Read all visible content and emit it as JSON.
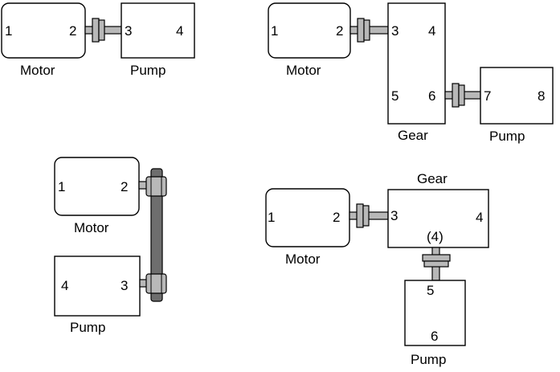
{
  "config1": {
    "motor": {
      "label": "Motor",
      "port_left": "1",
      "port_right": "2"
    },
    "pump": {
      "label": "Pump",
      "port_left": "3",
      "port_right": "4"
    }
  },
  "config2": {
    "motor": {
      "label": "Motor",
      "port_left": "1",
      "port_right": "2"
    },
    "gear": {
      "label": "Gear",
      "port_top_left": "3",
      "port_top_right": "4",
      "port_bottom_left": "5",
      "port_bottom_right": "6"
    },
    "pump": {
      "label": "Pump",
      "port_left": "7",
      "port_right": "8"
    }
  },
  "config3": {
    "motor": {
      "label": "Motor",
      "port_left": "1",
      "port_right": "2"
    },
    "pump": {
      "label": "Pump",
      "port_left": "4",
      "port_right": "3"
    }
  },
  "config4": {
    "motor": {
      "label": "Motor",
      "port_left": "1",
      "port_right": "2"
    },
    "gear": {
      "label": "Gear",
      "port_left": "3",
      "port_right": "4",
      "port_bottom": "(4)"
    },
    "pump": {
      "label": "Pump",
      "port_top": "5",
      "port_bottom": "6"
    }
  }
}
